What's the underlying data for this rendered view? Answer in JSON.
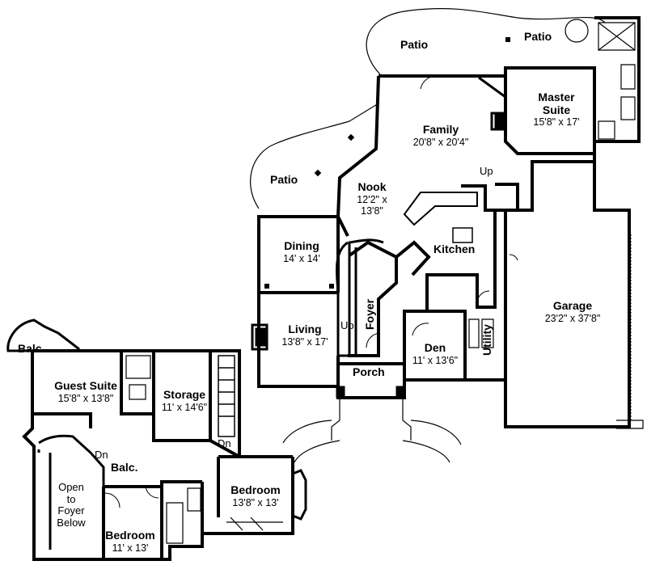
{
  "rooms": {
    "patio_top": {
      "name": "Patio"
    },
    "patio_top_right": {
      "name": "Patio"
    },
    "patio_left": {
      "name": "Patio"
    },
    "master_suite": {
      "name_line1": "Master",
      "name_line2": "Suite",
      "dim": "15'8\" x 17'"
    },
    "family": {
      "name": "Family",
      "dim": "20'8\" x 20'4\""
    },
    "nook": {
      "name": "Nook",
      "dim_line1": "12'2\" x",
      "dim_line2": "13'8\""
    },
    "dining": {
      "name": "Dining",
      "dim": "14' x 14'"
    },
    "kitchen": {
      "name": "Kitchen"
    },
    "living": {
      "name": "Living",
      "dim": "13'8\" x 17'"
    },
    "foyer": {
      "name": "Foyer"
    },
    "den": {
      "name": "Den",
      "dim": "11' x 13'6\""
    },
    "utility": {
      "name": "Utility"
    },
    "porch": {
      "name": "Porch"
    },
    "garage": {
      "name": "Garage",
      "dim": "23'2\" x 37'8\""
    },
    "balc_upper": {
      "name": "Balc."
    },
    "guest_suite": {
      "name": "Guest Suite",
      "dim": "15'8\" x 13'8\""
    },
    "storage": {
      "name": "Storage",
      "dim": "11' x 14'6\""
    },
    "balc_lower": {
      "name": "Balc."
    },
    "open_to_foyer": {
      "line1": "Open",
      "line2": "to",
      "line3": "Foyer",
      "line4": "Below"
    },
    "bedroom_right": {
      "name": "Bedroom",
      "dim": "13'8\" x 13'"
    },
    "bedroom_left": {
      "name": "Bedroom",
      "dim": "11' x 13'"
    }
  },
  "stair_labels": {
    "up_family": "Up",
    "up_foyer": "Up",
    "dn_guest": "Dn",
    "dn_storage": "Dn"
  }
}
